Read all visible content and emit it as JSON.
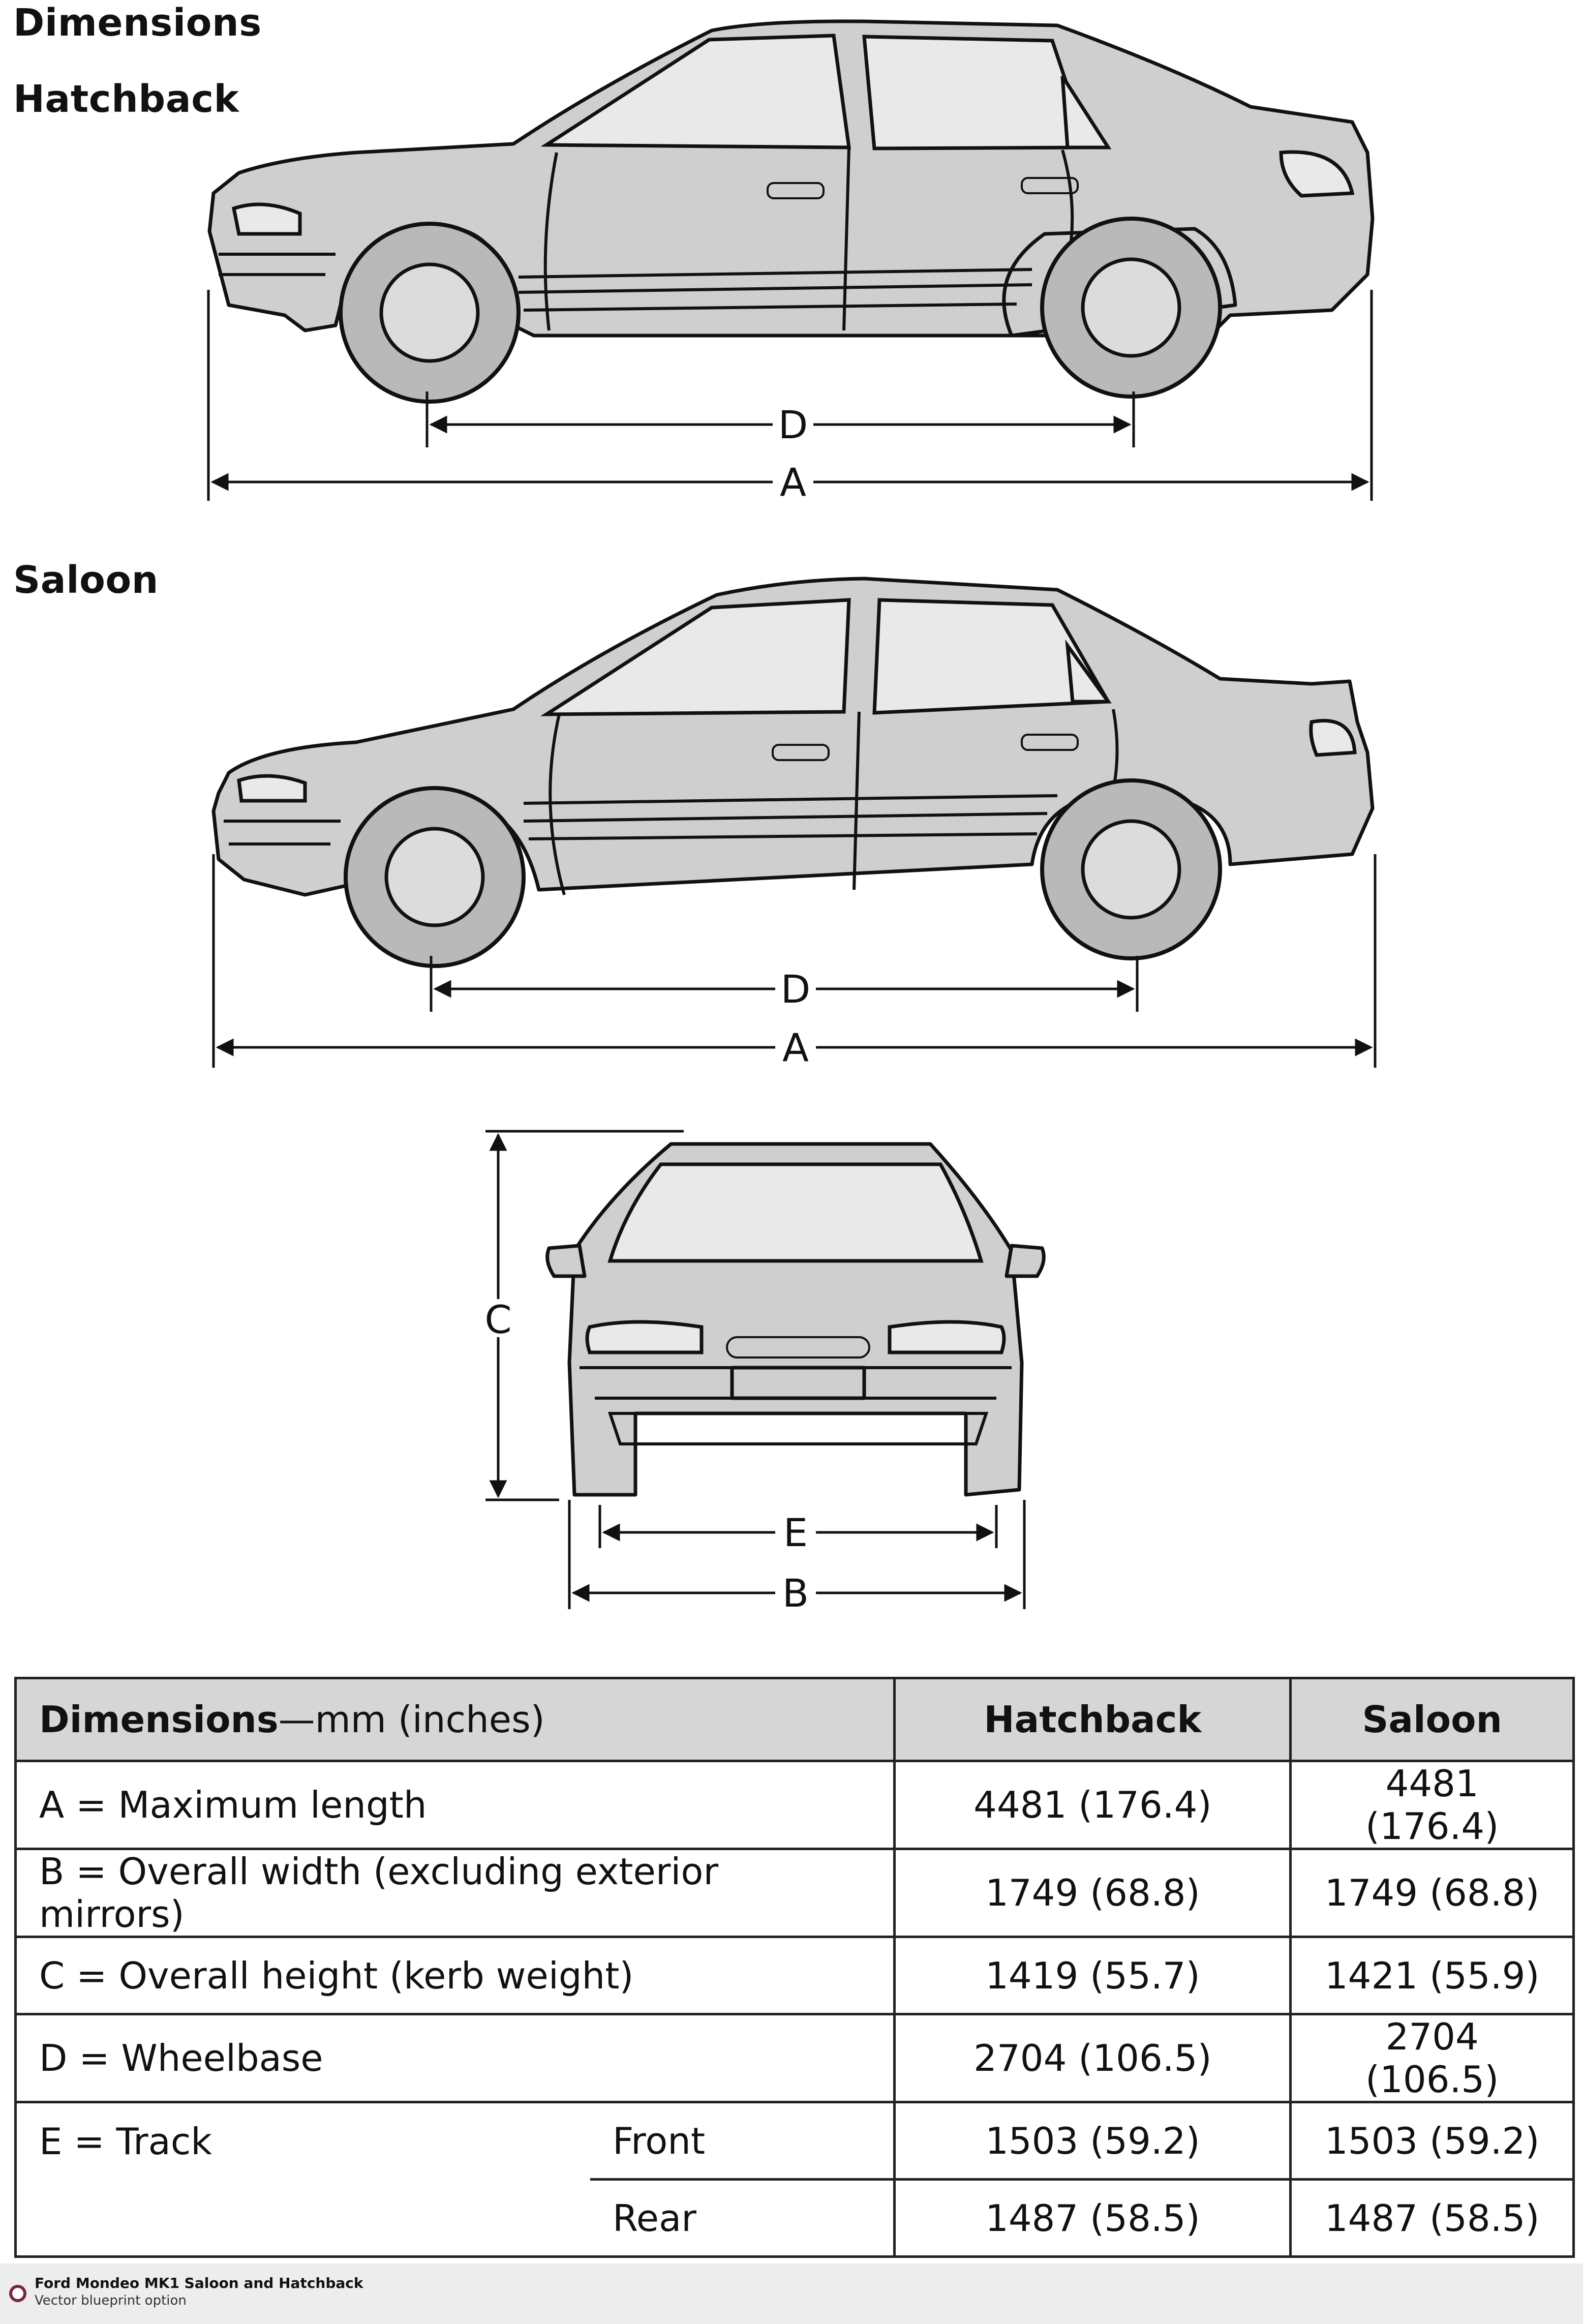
{
  "headings": {
    "dimensions": "Dimensions",
    "hatchback": "Hatchback",
    "saloon": "Saloon"
  },
  "dimension_labels": {
    "a": "A",
    "b": "B",
    "c": "C",
    "d": "D",
    "e": "E"
  },
  "table": {
    "header_bold": "Dimensions",
    "header_units": "—mm (inches)",
    "col_hatchback": "Hatchback",
    "col_saloon": "Saloon",
    "rows": [
      {
        "label": "A = Maximum length",
        "sub": "",
        "hatchback": "4481 (176.4)",
        "saloon": "4481 (176.4)"
      },
      {
        "label": "B = Overall width (excluding exterior mirrors)",
        "sub": "",
        "hatchback": "1749 (68.8)",
        "saloon": "1749 (68.8)"
      },
      {
        "label": "C = Overall height (kerb weight)",
        "sub": "",
        "hatchback": "1419 (55.7)",
        "saloon": "1421 (55.9)"
      },
      {
        "label": "D = Wheelbase",
        "sub": "",
        "hatchback": "2704 (106.5)",
        "saloon": "2704 (106.5)"
      },
      {
        "label": "E = Track",
        "sub": "Front",
        "hatchback": "1503 (59.2)",
        "saloon": "1503 (59.2)"
      },
      {
        "label": "",
        "sub": "Rear",
        "hatchback": "1487 (58.5)",
        "saloon": "1487 (58.5)"
      }
    ]
  },
  "footer": {
    "title": "Ford Mondeo MK1 Saloon and Hatchback",
    "subtitle": "Vector blueprint option"
  }
}
